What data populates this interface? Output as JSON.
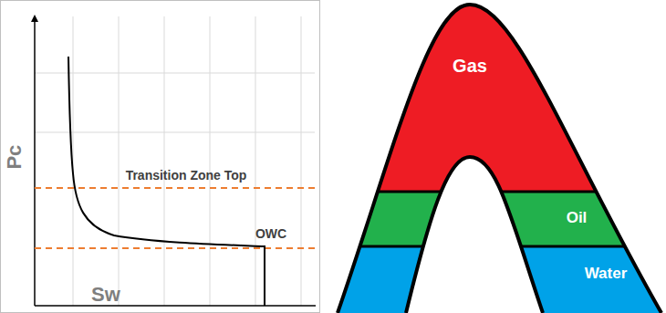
{
  "diagram": {
    "nodes": [
      {
        "text": [
          "Gas"
        ]
      },
      {
        "text": [
          "Oil"
        ]
      },
      {
        "text": [
          "Water"
        ]
      }
    ],
    "labels": [
      "Pc",
      "Sw",
      "Transition Zone Top",
      "OWC"
    ]
  }
}
